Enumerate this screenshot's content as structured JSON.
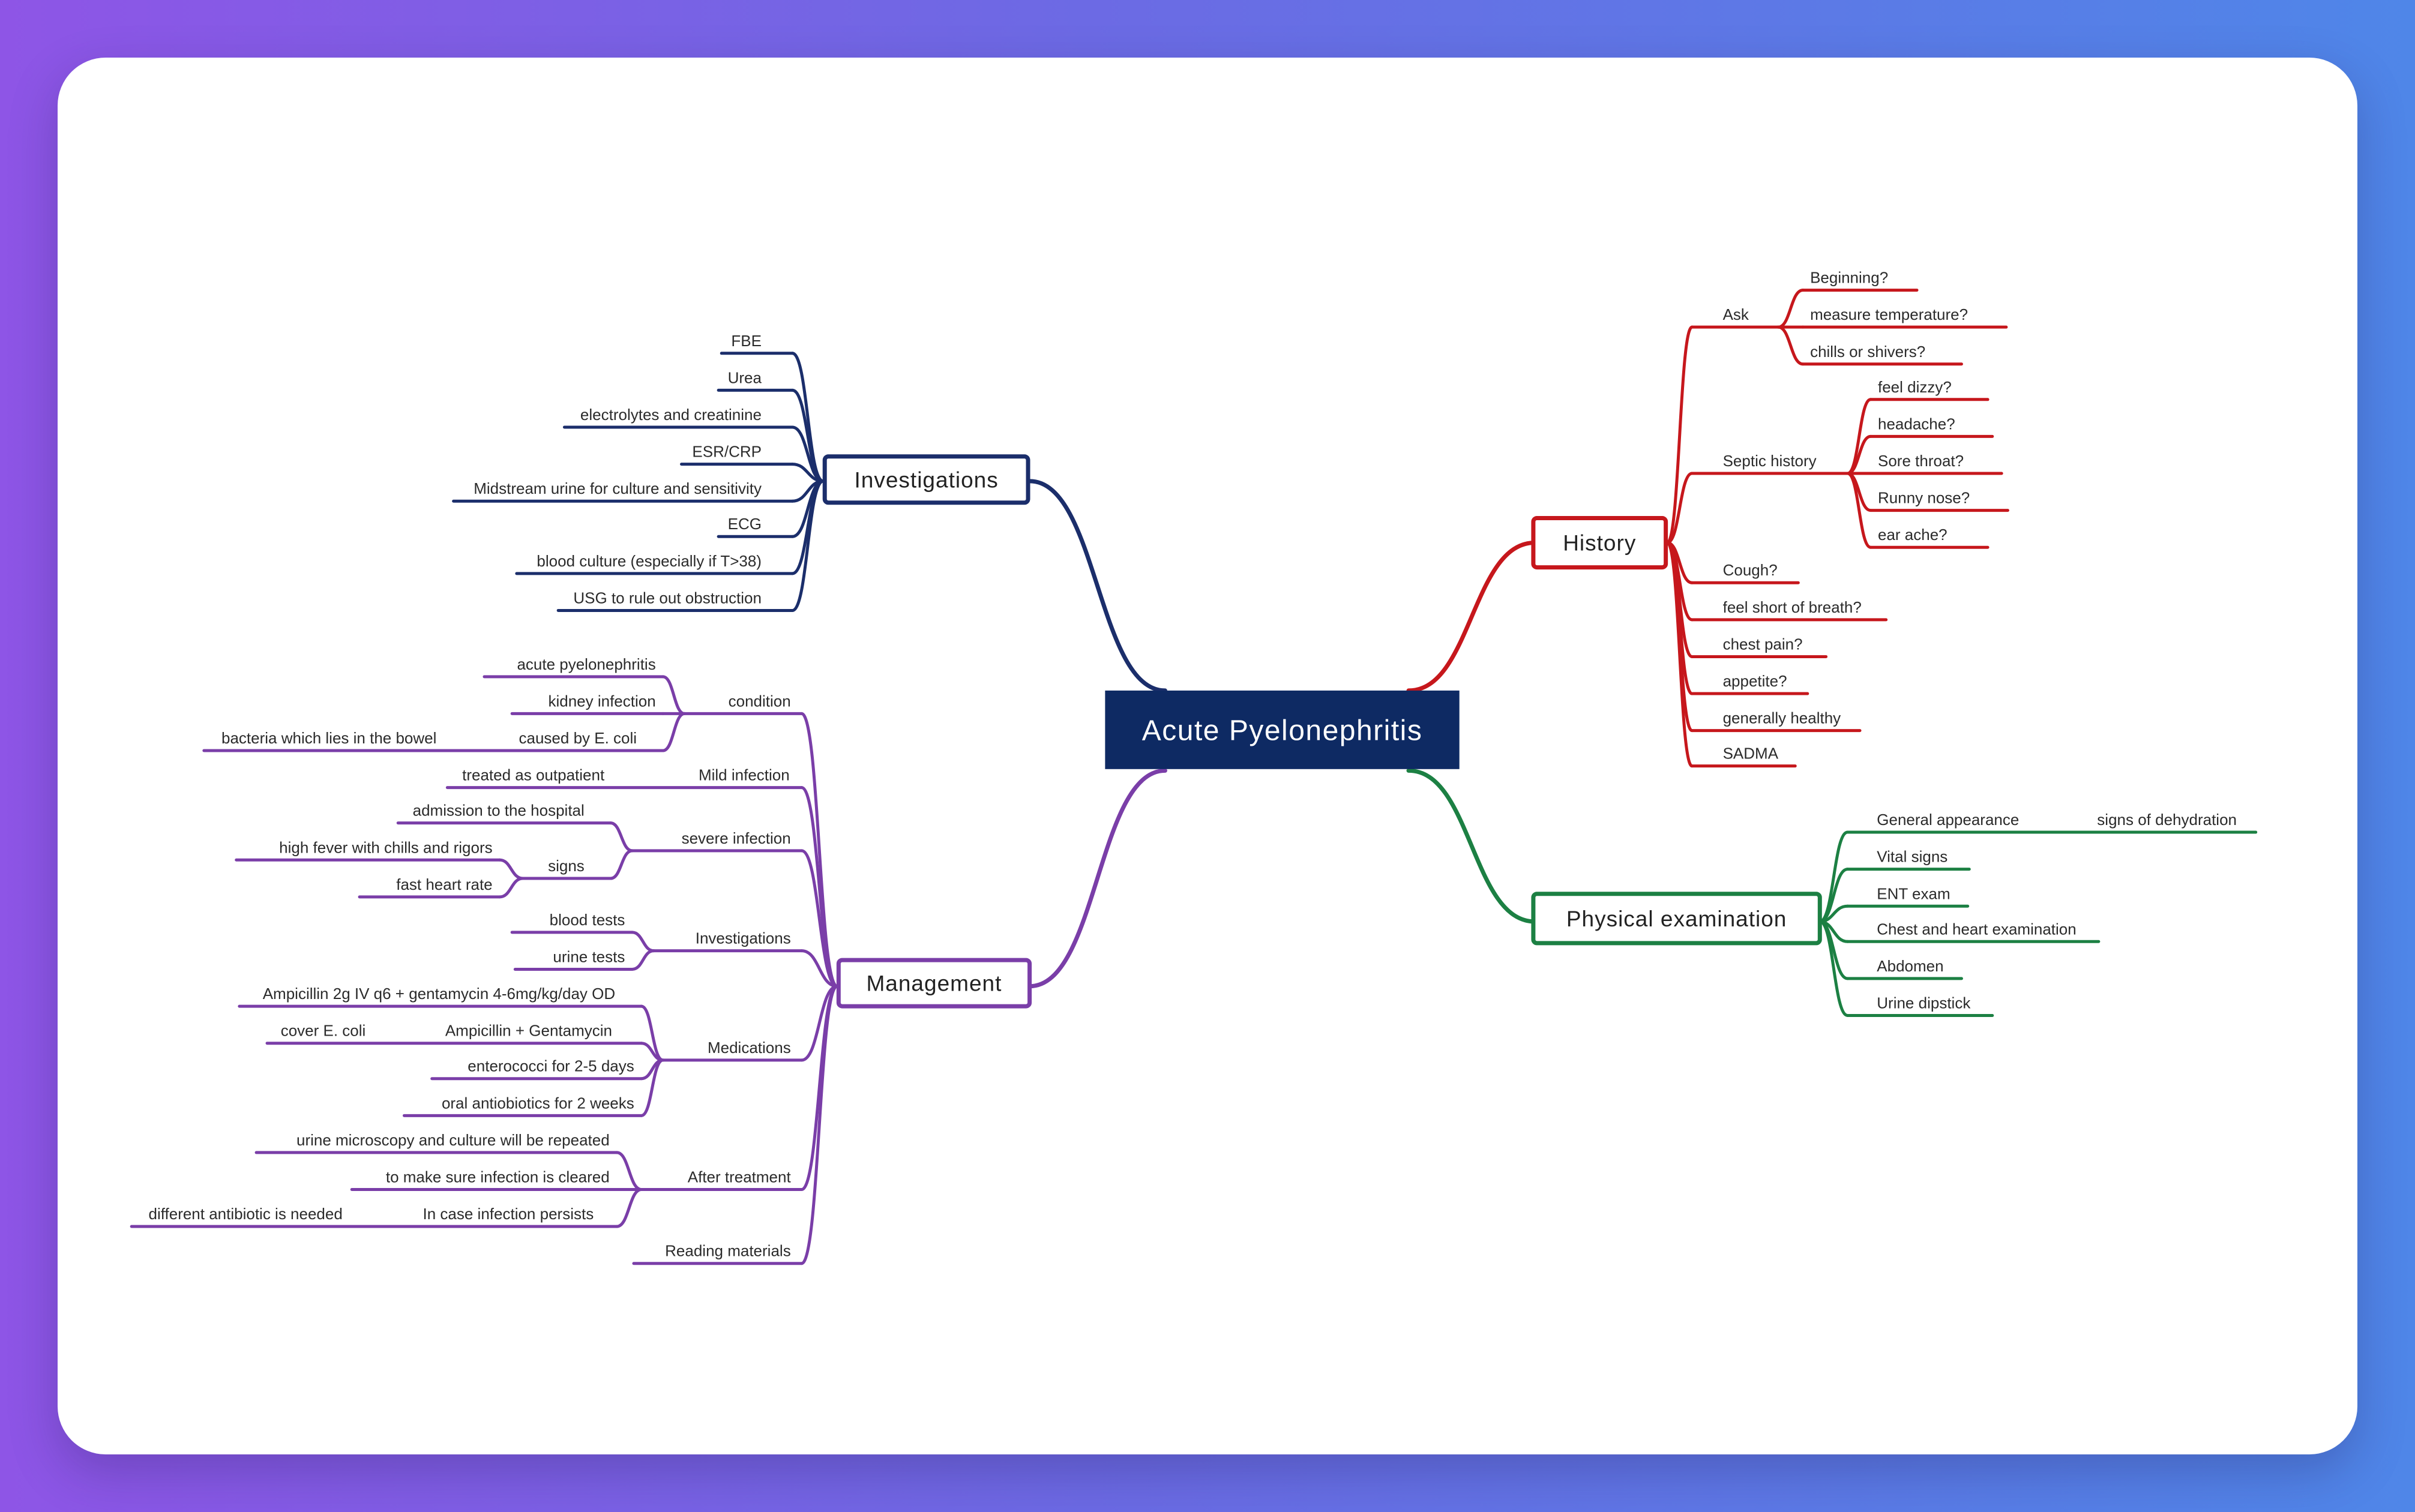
{
  "colors": {
    "central_bg": "#0e2a63",
    "central_text": "#ffffff",
    "label_text": "#2b2b2b",
    "history": "#c6171c",
    "physical_examination": "#1c8043",
    "investigations": "#1b2e6b",
    "management": "#7a3ea8"
  },
  "mindmap": {
    "central": "Acute Pyelonephritis",
    "history": {
      "label": "History",
      "ask": {
        "label": "Ask",
        "items": [
          "Beginning?",
          "measure temperature?",
          "chills or shivers?"
        ]
      },
      "septic": {
        "label": "Septic history",
        "items": [
          "feel dizzy?",
          "headache?",
          "Sore throat?",
          "Runny nose?",
          "ear ache?"
        ]
      },
      "others": [
        "Cough?",
        "feel short of breath?",
        "chest pain?",
        "appetite?",
        "generally healthy",
        "SADMA"
      ]
    },
    "physical": {
      "label": "Physical examination",
      "general": {
        "label": "General appearance",
        "child": "signs of dehydration"
      },
      "items": [
        "Vital signs",
        "ENT exam",
        "Chest and heart examination",
        "Abdomen",
        "Urine dipstick"
      ]
    },
    "investigations": {
      "label": "Investigations",
      "items": [
        "FBE",
        "Urea",
        "electrolytes and creatinine",
        "ESR/CRP",
        "Midstream urine for culture and sensitivity",
        "ECG",
        "blood culture (especially if T>38)",
        "USG to rule out obstruction"
      ]
    },
    "management": {
      "label": "Management",
      "condition": {
        "label": "condition",
        "items": [
          "acute pyelonephritis",
          "kidney infection"
        ],
        "ecoli": {
          "label": "caused by E. coli",
          "child": "bacteria which lies in the bowel"
        }
      },
      "mild": {
        "label": "Mild infection",
        "child": "treated as outpatient"
      },
      "severe": {
        "label": "severe infection",
        "admission": "admission to the hospital",
        "signs": {
          "label": "signs",
          "items": [
            "high fever with chills and rigors",
            "fast heart rate"
          ]
        }
      },
      "investigations": {
        "label": "Investigations",
        "items": [
          "blood tests",
          "urine tests"
        ]
      },
      "medications": {
        "label": "Medications",
        "dose": "Ampicillin 2g IV q6 + gentamycin 4-6mg/kg/day OD",
        "combo": {
          "label": "Ampicillin + Gentamycin",
          "child": "cover E. coli"
        },
        "items": [
          "enterococci for 2-5 days",
          "oral antiobiotics for 2 weeks"
        ]
      },
      "after": {
        "label": "After treatment",
        "items": [
          "urine microscopy and culture will be repeated",
          "to make sure infection is cleared"
        ],
        "persist": {
          "label": "In case infection persists",
          "child": "different antibiotic is needed"
        }
      },
      "reading": "Reading materials"
    }
  }
}
